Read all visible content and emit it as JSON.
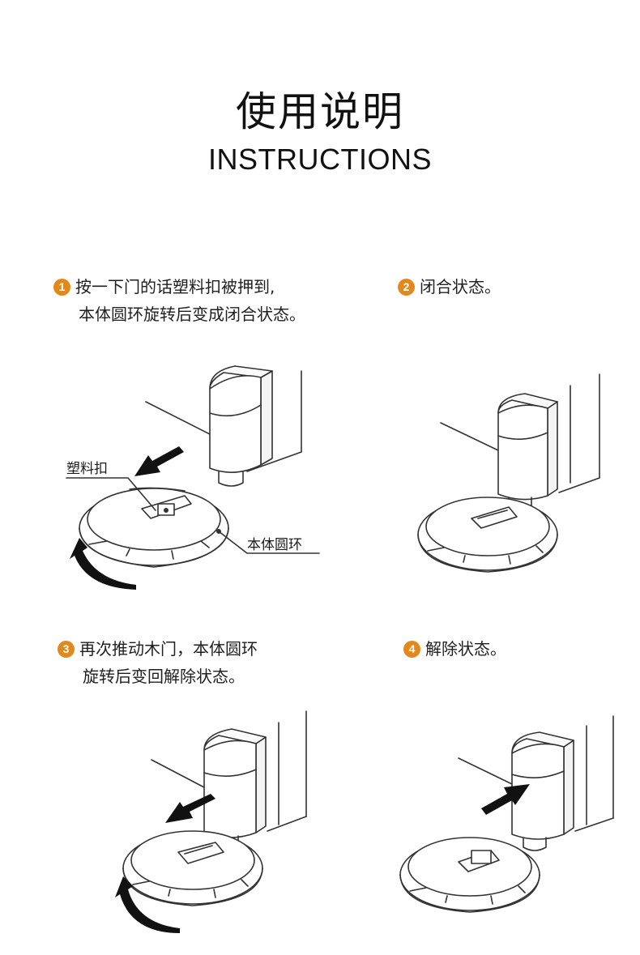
{
  "header": {
    "title_cn": "使用说明",
    "title_en": "INSTRUCTIONS"
  },
  "steps": [
    {
      "number": "1",
      "lines": [
        "按一下门的话塑料扣被押到,",
        "本体圆环旋转后变成闭合状态。"
      ]
    },
    {
      "number": "2",
      "lines": [
        "闭合状态。"
      ]
    },
    {
      "number": "3",
      "lines": [
        "再次推动木门，本体圆环",
        "旋转后变回解除状态。"
      ]
    },
    {
      "number": "4",
      "lines": [
        "解除状态。"
      ]
    }
  ],
  "labels": {
    "plastic_clip": "塑料扣",
    "body_ring": "本体圆环"
  },
  "colors": {
    "badge": "#e3891c",
    "line": "#333333",
    "arrow": "#111111"
  }
}
